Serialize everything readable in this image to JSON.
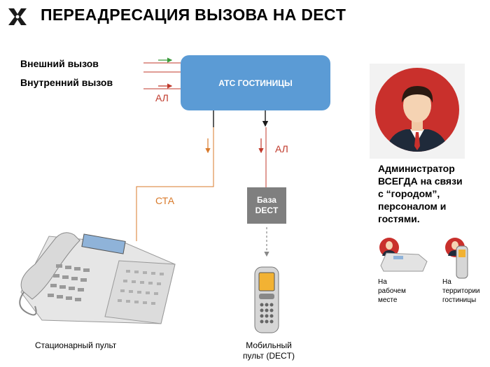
{
  "title": "ПЕРЕАДРЕСАЦИЯ ВЫЗОВА НА DECT",
  "inputs": {
    "external": "Внешний  вызов",
    "internal": "Внутренний  вызов",
    "al_left": "АЛ"
  },
  "ats_label": "АТС ГОСТИНИЦЫ",
  "al_right": "АЛ",
  "sta_label": "СТА",
  "dect_base": {
    "line1": "База",
    "line2": "DECT"
  },
  "captions": {
    "stationary": "Стационарный пульт",
    "mobile_line1": "Мобильный",
    "mobile_line2": "пульт (DECT)"
  },
  "admin": {
    "line1": "Администратор",
    "line2": "ВСЕГДА  на связи",
    "line3": "с “городом”,",
    "line4": "персоналом и",
    "line5": "гостями."
  },
  "small": {
    "desk_line1": "На",
    "desk_line2": "рабочем",
    "desk_line3": "месте",
    "terr_line1": "На",
    "terr_line2": "территории",
    "terr_line3": "гостиницы"
  },
  "colors": {
    "ats_blue": "#5b9bd5",
    "line_red": "#c0392b",
    "line_orange": "#d97a2b",
    "arrow_green": "#3a9a3a",
    "base_gray": "#7f7f7f",
    "avatar_red": "#c9302c"
  }
}
